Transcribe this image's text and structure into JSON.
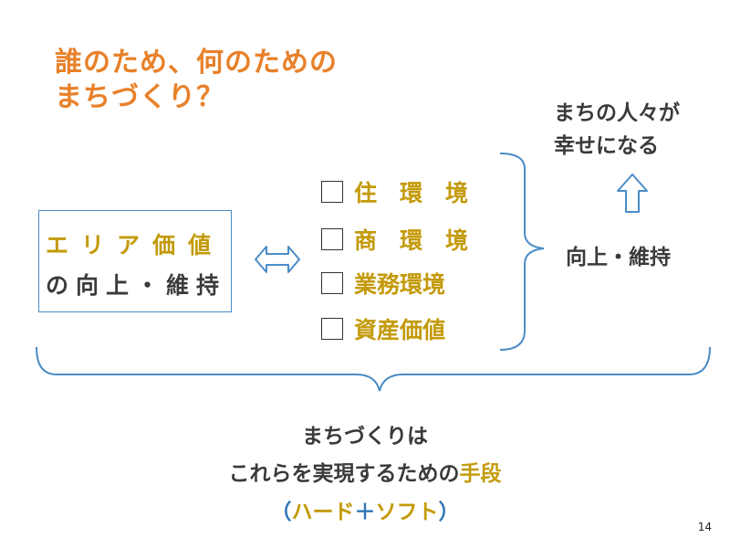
{
  "title": {
    "line1": "誰のため、何のための",
    "line2": "まちづくり？"
  },
  "goal": {
    "line1": "まちの人々が",
    "line2": "幸せになる"
  },
  "area_value": {
    "line1": "エリア価値",
    "line2": "の向上・維持"
  },
  "environments": [
    "住　環　境",
    "商　環　境",
    "業務環境",
    "資産価値"
  ],
  "improve_label": "向上・維持",
  "conclusion": {
    "line1": "まちづくりは",
    "line2_prefix": "これらを実現するための",
    "line2_emphasis": "手段",
    "line3_open": "（",
    "line3_hard": "ハード",
    "line3_plus": "＋",
    "line3_soft": "ソフト",
    "line3_close": "）"
  },
  "page_number": "14",
  "colors": {
    "title": "#E8812A",
    "gold": "#C39A0A",
    "blue": "#4A8CC7",
    "text": "#3a3a3a"
  },
  "icons": [
    "double-arrow-icon",
    "up-arrow-icon",
    "checkbox-icon",
    "brace-icon"
  ]
}
